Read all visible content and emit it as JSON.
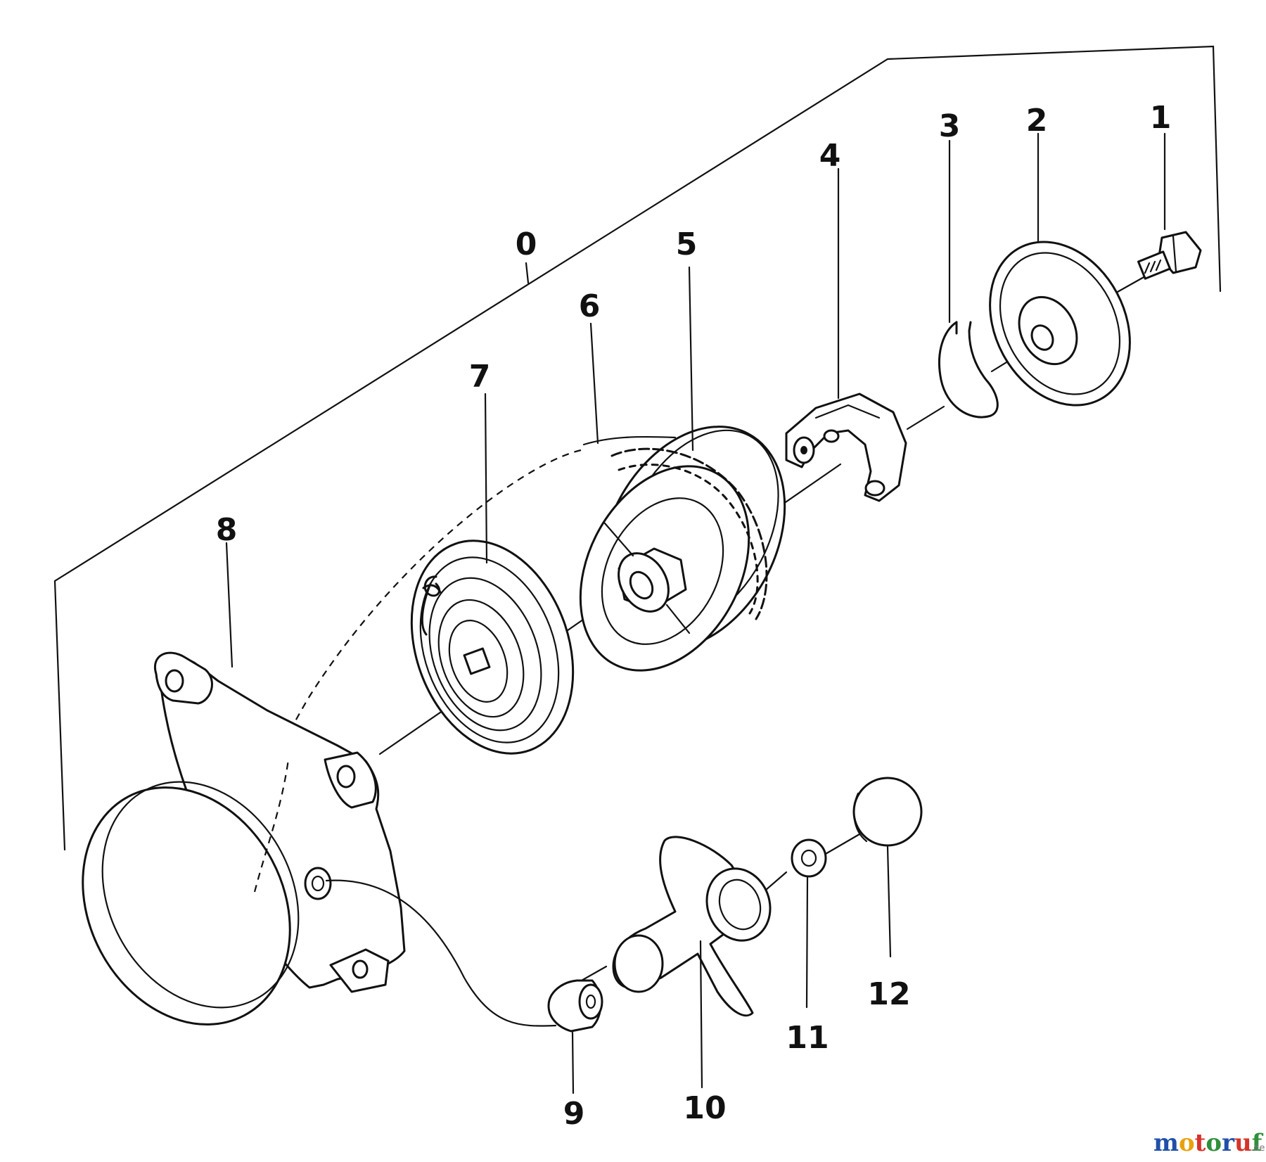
{
  "part_labels": {
    "p0": "0",
    "p1": "1",
    "p2": "2",
    "p3": "3",
    "p4": "4",
    "p5": "5",
    "p6": "6",
    "p7": "7",
    "p8": "8",
    "p9": "9",
    "p10": "10",
    "p11": "11",
    "p12": "12"
  },
  "watermark": {
    "letters": [
      "m",
      "o",
      "t",
      "o",
      "r",
      "u",
      "f"
    ],
    "colors": [
      "#1f4fa8",
      "#e8a20c",
      "#d6332b",
      "#2f8f3a",
      "#1f4fa8",
      "#d6332b",
      "#2f8f3a"
    ],
    "domain": ".de"
  }
}
